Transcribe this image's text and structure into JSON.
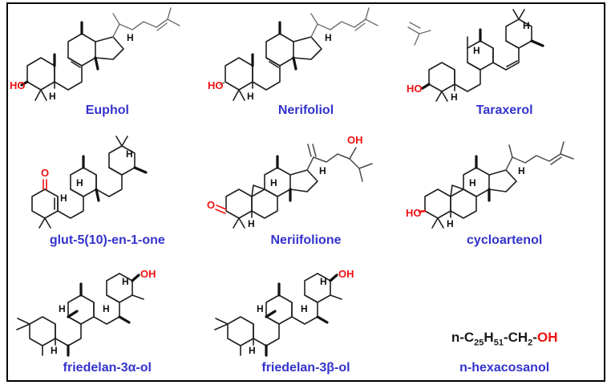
{
  "figure": {
    "background": "#ffffff",
    "border_color": "#000000"
  },
  "colors": {
    "label_blue": "#3333cc",
    "heteroatom_red": "#ee1111",
    "bond_black": "#1f1f1f"
  },
  "atom_labels": {
    "ho": "HO",
    "oh": "OH",
    "o": "O",
    "h": "H"
  },
  "compounds": [
    {
      "name": "Euphol"
    },
    {
      "name": "Nerifoliol"
    },
    {
      "name": "Taraxerol"
    },
    {
      "name": "glut-5(10)-en-1-one"
    },
    {
      "name": "Neriifolione"
    },
    {
      "name": "cycloartenol"
    },
    {
      "name": "friedelan-3α-ol"
    },
    {
      "name": "friedelan-3β-ol"
    },
    {
      "name": "n-hexacosanol",
      "formula": {
        "prefix": "n-C",
        "sub1": "25",
        "mid1": "H",
        "sub2": "51",
        "mid2": "-CH",
        "sub3": "2",
        "dash": "-",
        "hydroxyl": "OH"
      }
    }
  ]
}
